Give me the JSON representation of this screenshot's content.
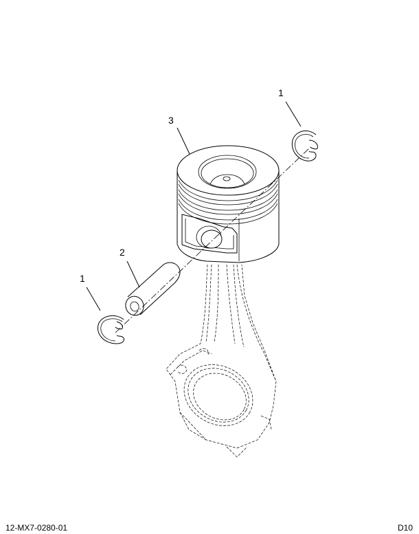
{
  "diagram": {
    "type": "exploded parts illustration",
    "subject": "piston and connecting rod assembly",
    "callouts": [
      {
        "id": "callout-1-right",
        "label": "1",
        "part": "retaining ring (right)"
      },
      {
        "id": "callout-1-left",
        "label": "1",
        "part": "retaining ring (left)"
      },
      {
        "id": "callout-2",
        "label": "2",
        "part": "piston pin"
      },
      {
        "id": "callout-3",
        "label": "3",
        "part": "piston"
      }
    ]
  },
  "footer": {
    "drawing_number": "12-MX7-0280-01",
    "sheet_code": "D10"
  }
}
